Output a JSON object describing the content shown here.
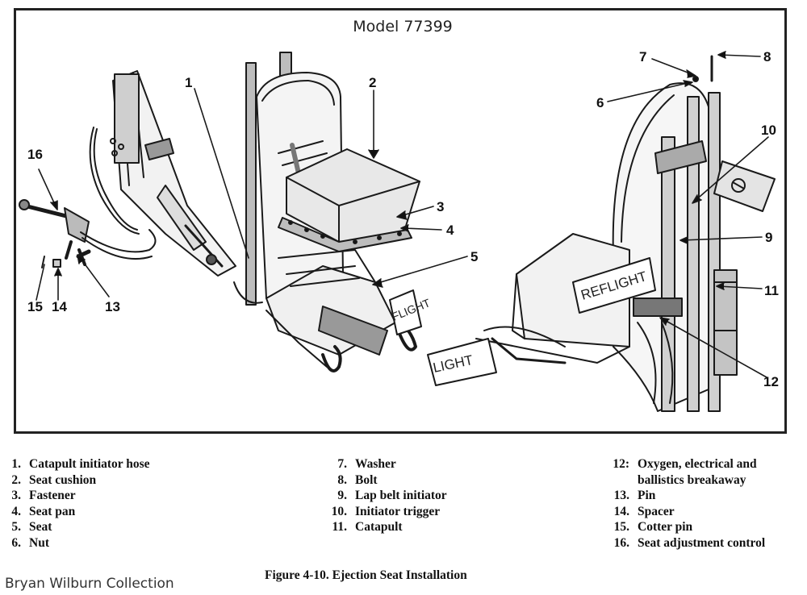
{
  "diagram": {
    "title": "Model 77399",
    "callouts": [
      "1",
      "2",
      "3",
      "4",
      "5",
      "6",
      "7",
      "8",
      "9",
      "10",
      "11",
      "12",
      "13",
      "14",
      "15",
      "16"
    ],
    "flags": {
      "left": "FLIGHT",
      "right_upper": "REFLIGHT",
      "right_lower": "LIGHT"
    }
  },
  "legend": {
    "col1": [
      {
        "num": "1.",
        "text": "Catapult initiator hose"
      },
      {
        "num": "2.",
        "text": "Seat cushion"
      },
      {
        "num": "3.",
        "text": "Fastener"
      },
      {
        "num": "4.",
        "text": "Seat pan"
      },
      {
        "num": "5.",
        "text": "Seat"
      },
      {
        "num": "6.",
        "text": "Nut"
      }
    ],
    "col2": [
      {
        "num": "7.",
        "text": "Washer"
      },
      {
        "num": "8.",
        "text": "Bolt"
      },
      {
        "num": "9.",
        "text": "Lap belt initiator"
      },
      {
        "num": "10.",
        "text": "Initiator trigger"
      },
      {
        "num": "11.",
        "text": "Catapult"
      }
    ],
    "col3": [
      {
        "num": "12:",
        "text": "Oxygen, electrical and",
        "text2": "ballistics breakaway"
      },
      {
        "num": "13.",
        "text": "Pin"
      },
      {
        "num": "14.",
        "text": "Spacer"
      },
      {
        "num": "15.",
        "text": "Cotter pin"
      },
      {
        "num": "16.",
        "text": "Seat adjustment control"
      }
    ]
  },
  "caption": "Figure 4-10. Ejection Seat Installation",
  "credit": "Bryan Wilburn Collection"
}
